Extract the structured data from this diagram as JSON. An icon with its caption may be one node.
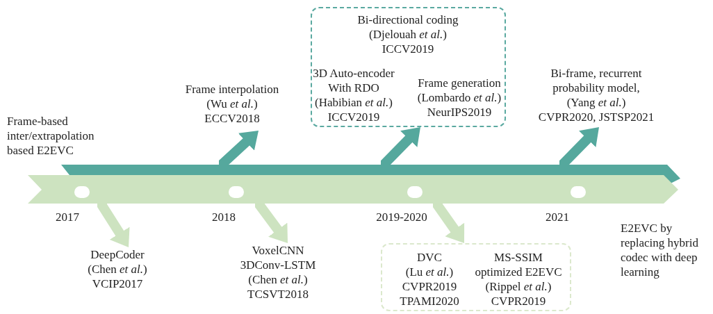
{
  "diagram": {
    "nodes": [
      {
        "text": [
          "Frame-based inter/extrapolation based E2EVC"
        ]
      },
      {
        "text": [
          "E2EVC by replacing hybrid codec with deep learning"
        ]
      },
      {
        "text": [
          "Frame interpolation (Wu *et al.*) ECCV2018"
        ]
      },
      {
        "text": [],
        "shape": "box"
      },
      {
        "text": [
          "Bi-directional coding (Djelouah *et al.*) ICCV2019"
        ],
        "in": 3
      },
      {
        "text": [
          "3D Auto-encoder With RDO (Habibian *et al.*) ICCV2019"
        ],
        "in": 3
      },
      {
        "text": [
          "Frame generation (Lombardo *et al.*) NeurIPS2019"
        ],
        "in": 3
      },
      {
        "text": [
          "Bi-frame, recurrent probability model, (Yang *et al.*) CVPR2020, JSTSP2021"
        ]
      },
      {
        "text": [
          "DeepCoder (Chen *et al.*) VCIP2017"
        ]
      },
      {
        "text": [
          "VoxelCNN 3DConv-LSTM (Chen *et al.*) TCSVT2018"
        ]
      },
      {
        "text": [],
        "shape": "box"
      },
      {
        "text": [
          "DVC (Lu *et al.*) CVPR2019 TPAMI2020"
        ],
        "in": 10
      },
      {
        "text": [
          "MS-SSIM optimized E2EVC (Rippel *et al.*) CVPR2019"
        ],
        "in": 10
      }
    ],
    "edges": [
      {
        "from": 0,
        "to": 2,
        "arrow": "to"
      },
      {
        "from": 0,
        "to": 3,
        "arrow": "to"
      },
      {
        "from": 0,
        "to": 7,
        "arrow": "to"
      },
      {
        "from": 1,
        "to": 8,
        "arrow": "to",
        "color": "#cde3c0"
      },
      {
        "from": 1,
        "to": 9,
        "arrow": "to",
        "color": "#cde3c0"
      },
      {
        "from": 1,
        "to": 10,
        "arrow": "to",
        "color": "#cde3c0"
      }
    ],
    "labels": [
      "2017",
      "2018",
      "2019-2020",
      "2021"
    ]
  }
}
